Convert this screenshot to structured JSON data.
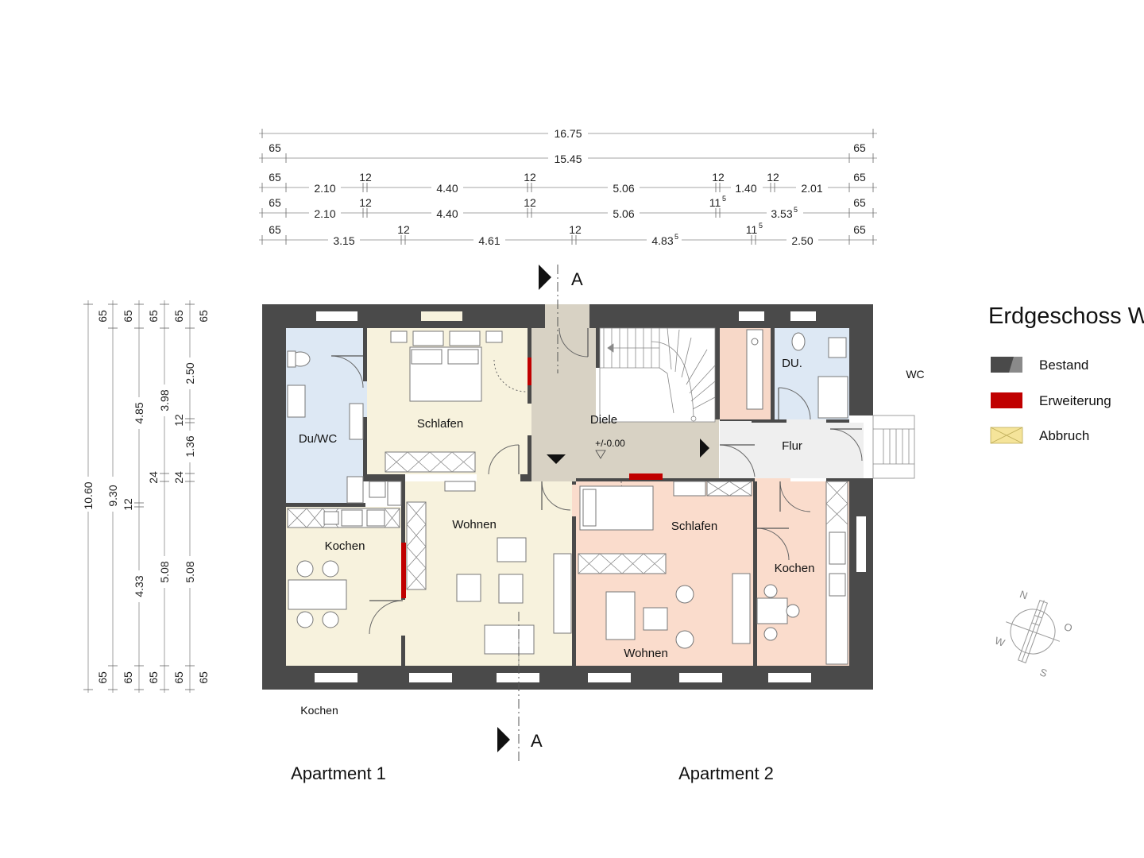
{
  "title": "Erdgeschoss W",
  "legend": [
    {
      "label": "Bestand",
      "color": "#4a4a4a"
    },
    {
      "label": "Erweiterung",
      "color": "#c00000"
    },
    {
      "label": "Abbruch",
      "color": "#f5e49a"
    }
  ],
  "apartments": {
    "apt1": "Apartment 1",
    "apt2": "Apartment 2"
  },
  "section_marker": "A",
  "level_mark": "+/-0.00",
  "rooms": {
    "du_wc": "Du/WC",
    "schlafen_1": "Schlafen",
    "diele": "Diele",
    "du": "DU.",
    "wc": "WC",
    "flur": "Flur",
    "kochen_1": "Kochen",
    "wohnen_1": "Wohnen",
    "schlafen_2": "Schlafen",
    "kochen_2": "Kochen",
    "wohnen_2": "Wohnen",
    "kochen_outside": "Kochen"
  },
  "top_dimensions": {
    "row1": {
      "total": "16.75"
    },
    "row2": {
      "left": "65",
      "total": "15.45",
      "right": "65"
    },
    "row3": {
      "a": "65",
      "b": "2.10",
      "c": "12",
      "d": "4.40",
      "e": "12",
      "f": "5.06",
      "g": "12",
      "h": "1.40",
      "i": "12",
      "j": "2.01",
      "k": "65"
    },
    "row4": {
      "a": "65",
      "b": "2.10",
      "c": "12",
      "d": "4.40",
      "e": "12",
      "f": "5.06",
      "g": "11",
      "g_sup": "5",
      "h": "3.53",
      "h_sup": "5",
      "i": "65"
    },
    "row5": {
      "a": "65",
      "b": "3.15",
      "c": "12",
      "d": "4.61",
      "e": "12",
      "f": "4.83",
      "f_sup": "5",
      "g": "11",
      "g_sup": "5",
      "h": "2.50",
      "i": "65"
    }
  },
  "left_dimensions": {
    "col1": {
      "top": "65",
      "mid": "10.60",
      "bottom": "65"
    },
    "col2": {
      "top": "65",
      "mid": "9.30",
      "bottom": "65"
    },
    "col3": {
      "top": "65",
      "a": "4.85",
      "b": "12",
      "c": "4.33",
      "bottom": "65"
    },
    "col4": {
      "top": "65",
      "a": "3.98",
      "b": "24",
      "c": "5.08",
      "bottom": "65"
    },
    "col5": {
      "top": "65",
      "a": "2.50",
      "b": "12",
      "c": "1.36",
      "d": "24",
      "e": "5.08",
      "bottom": "65"
    }
  },
  "compass": {
    "n": "N",
    "o": "O",
    "s": "S",
    "w": "W"
  }
}
